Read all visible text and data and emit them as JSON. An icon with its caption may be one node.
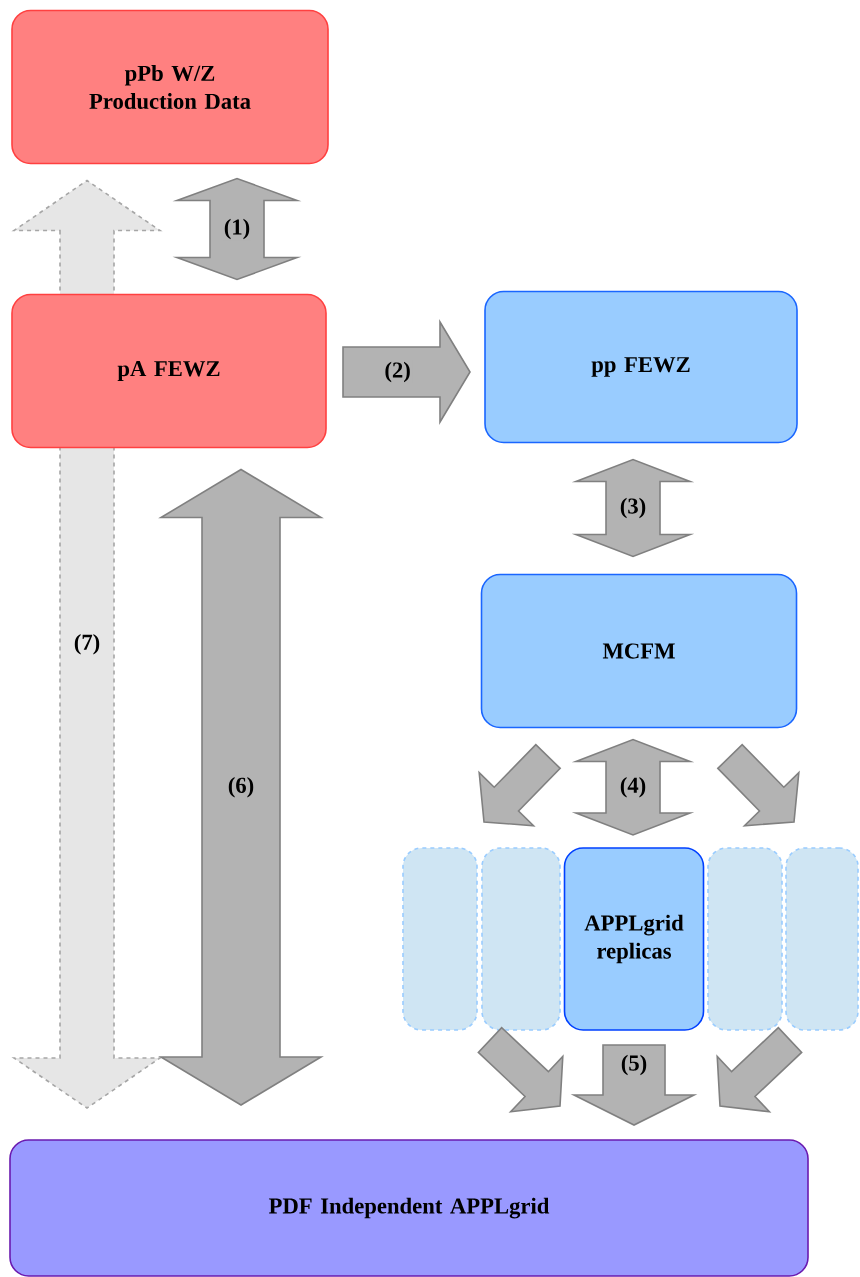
{
  "diagram": {
    "nodes": [
      {
        "text": [
          "pPb W/Z Production Data"
        ]
      },
      {
        "text": [
          "pA FEWZ"
        ]
      },
      {
        "text": [
          "pp FEWZ"
        ]
      },
      {
        "text": [
          "MCFM"
        ]
      },
      {
        "text": [],
        "shape": "box"
      },
      {
        "text": [],
        "shape": "box"
      },
      {
        "text": [
          "APPLgrid replicas"
        ]
      },
      {
        "text": [],
        "shape": "box"
      },
      {
        "text": [],
        "shape": "box"
      },
      {
        "text": [
          "PDF Independent APPLgrid"
        ]
      }
    ],
    "edges": [
      {
        "from": 0,
        "to": 1,
        "arrow": "both",
        "label": "(1)"
      },
      {
        "from": 1,
        "to": 2,
        "arrow": "to",
        "label": "(2)"
      },
      {
        "from": 2,
        "to": 3,
        "arrow": "both",
        "label": "(3)"
      },
      {
        "from": 3,
        "to": 6,
        "arrow": "both",
        "label": "(4)"
      },
      {
        "from": 3,
        "to": 5,
        "arrow": "to"
      },
      {
        "from": 3,
        "to": 7,
        "arrow": "to"
      },
      {
        "from": 6,
        "to": 9,
        "arrow": "to",
        "label": "(5)"
      },
      {
        "from": 5,
        "to": 9,
        "arrow": "to"
      },
      {
        "from": 7,
        "to": 9,
        "arrow": "to"
      },
      {
        "from": 1,
        "to": 9,
        "arrow": "both",
        "label": "(6)"
      },
      {
        "from": 0,
        "to": 9,
        "arrow": "both",
        "label": "(7)",
        "style": "dashed",
        "color": "#e6e6e6"
      }
    ]
  }
}
